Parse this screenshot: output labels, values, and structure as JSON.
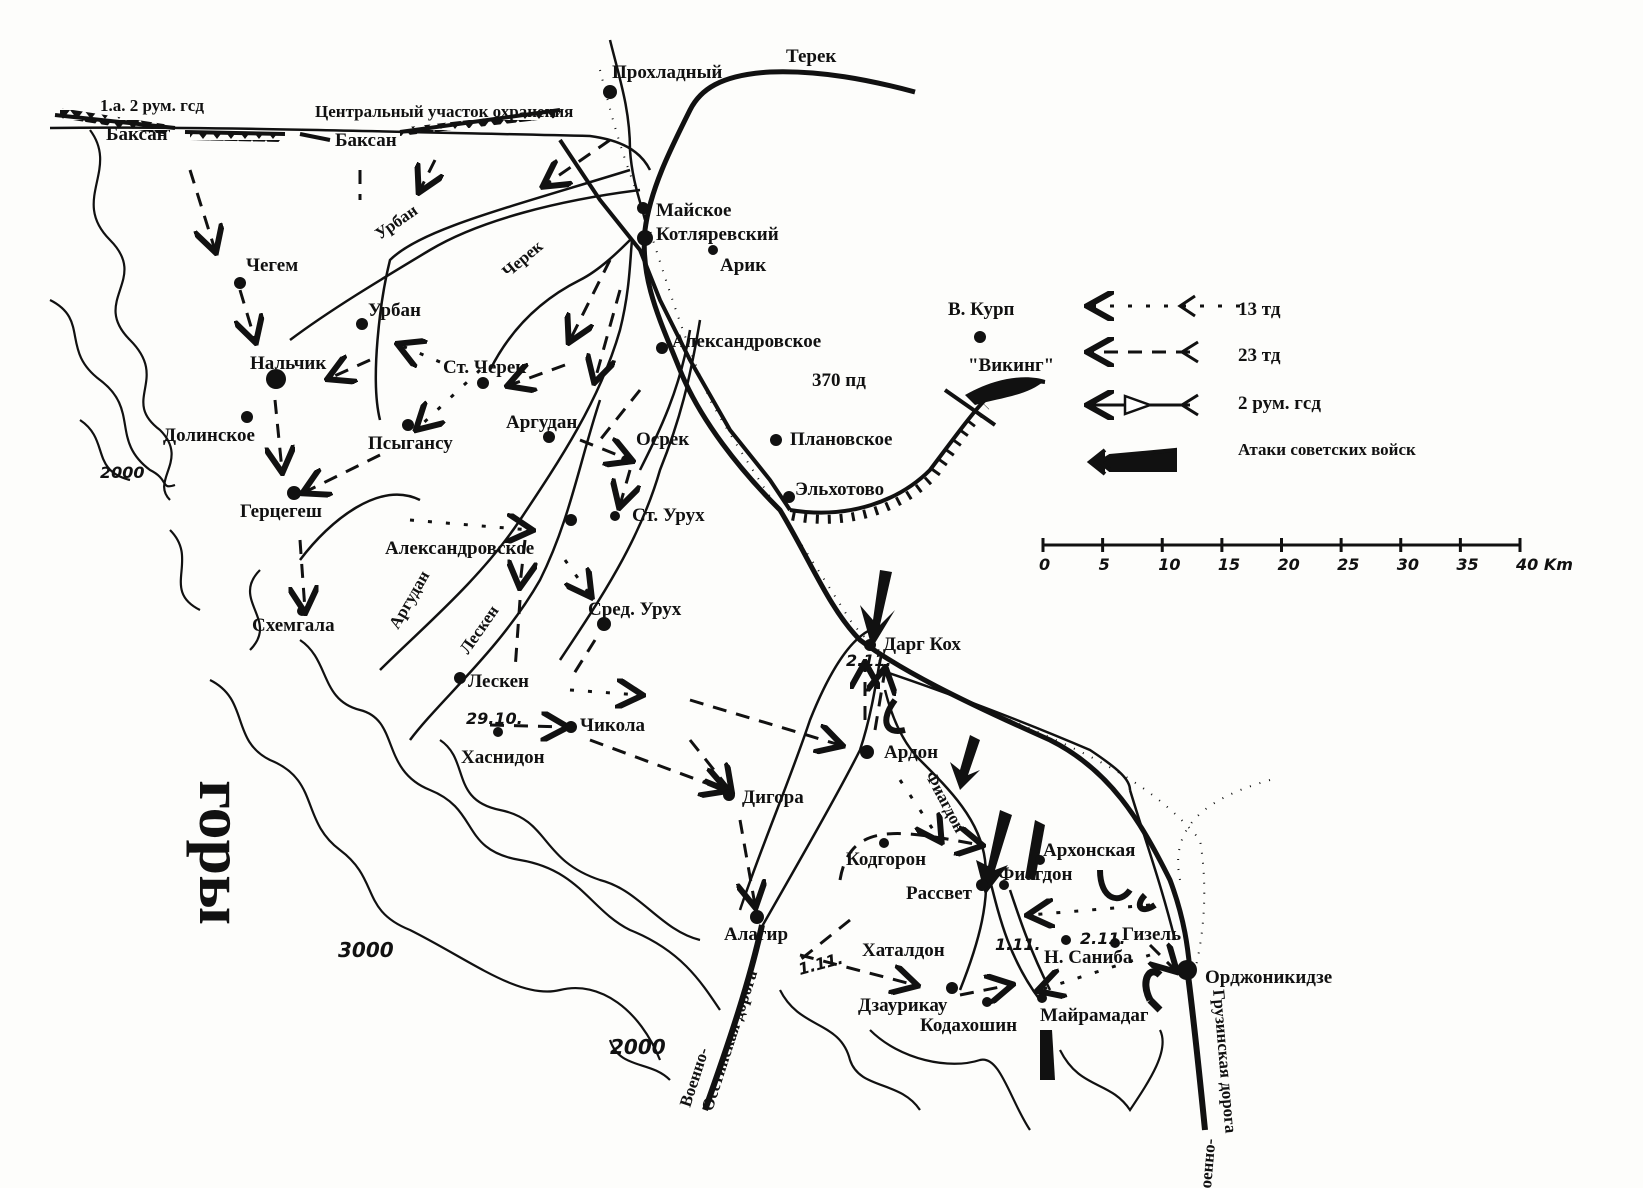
{
  "places": {
    "baksan_unit": "1.а. 2 рум. гсд",
    "baksan1": "Баксан",
    "central_sector": "Центральный участок охранения",
    "baksan2": "Баксан",
    "prokhladny": "Прохладный",
    "terek": "Терек",
    "maiskoe": "Майское",
    "kotlyarevsky": "Котляревский",
    "arik": "Арик",
    "urban_river": "Урбан",
    "cherek_river": "Черек",
    "chegem": "Чегем",
    "urban": "Урбан",
    "nalchik": "Нальчик",
    "st_cherek": "Ст. Черек",
    "aleksandrovskoe_e": "Александровское",
    "v_kurp": "В. Курп",
    "viking": "\"Викинг\"",
    "pd370": "370 пд",
    "dolinskoe": "Долинское",
    "psygansu": "Псыгансу",
    "argudan": "Аргудан",
    "osrek": "Осрек",
    "planovskoe": "Плановское",
    "elkhotovo": "Эльхотово",
    "gertsegesh": "Герцегеш",
    "st_urukh": "Ст. Урух",
    "aleksandrovskoe_w": "Александровское",
    "argudan_river": "Аргудан",
    "lesken_river": "Лескен",
    "sred_urukh": "Сред. Урух",
    "skhemgala": "Схемгала",
    "darg_kokh": "Дарг Кох",
    "lesken": "Лескен",
    "chikola": "Чикола",
    "khasnidon": "Хаснидон",
    "ardon": "Ардон",
    "fiagdon_river": "Фиагдон",
    "digora": "Дигора",
    "kodgoron": "Кодгорон",
    "arkhonskaya": "Архонская",
    "fiagdon": "Фиагдон",
    "rassvet": "Рассвет",
    "alagir": "Алагир",
    "khataldon": "Хаталдон",
    "gizel": "Гизель",
    "n_saniba": "Н. Саниба",
    "ordzhonikidze": "Орджоникидзе",
    "dzaurikau": "Дзаурикау",
    "kodakhoshin": "Кодахошин",
    "mairamadag": "Майрамадаг",
    "road_osetin_1": "Военно-",
    "road_osetin_2": "Осетинская дорога",
    "road_gruzin_1": "Военно-",
    "road_gruzin_2": "Грузинская дорога",
    "mountains": "горы"
  },
  "dates": {
    "d_2911_darg": "2.11.",
    "d_2910": "29.10.",
    "d_111_alagir": "1.11.",
    "d_111_fiag": "1.11.",
    "d_211_gizel": "2.11."
  },
  "contours": {
    "c2000_w": "2000",
    "c3000": "3000",
    "c2000_s": "2000"
  },
  "legend": {
    "items": [
      {
        "label": "13 тд",
        "style": "dash-cross"
      },
      {
        "label": "23 тд",
        "style": "dashed"
      },
      {
        "label": "2 рум. гсд",
        "style": "triangle"
      },
      {
        "label": "Атаки советских войск",
        "style": "solid-wedge"
      }
    ]
  },
  "scale": {
    "ticks": [
      "0",
      "5",
      "10",
      "15",
      "20",
      "25",
      "30",
      "35",
      "40 Km"
    ]
  }
}
